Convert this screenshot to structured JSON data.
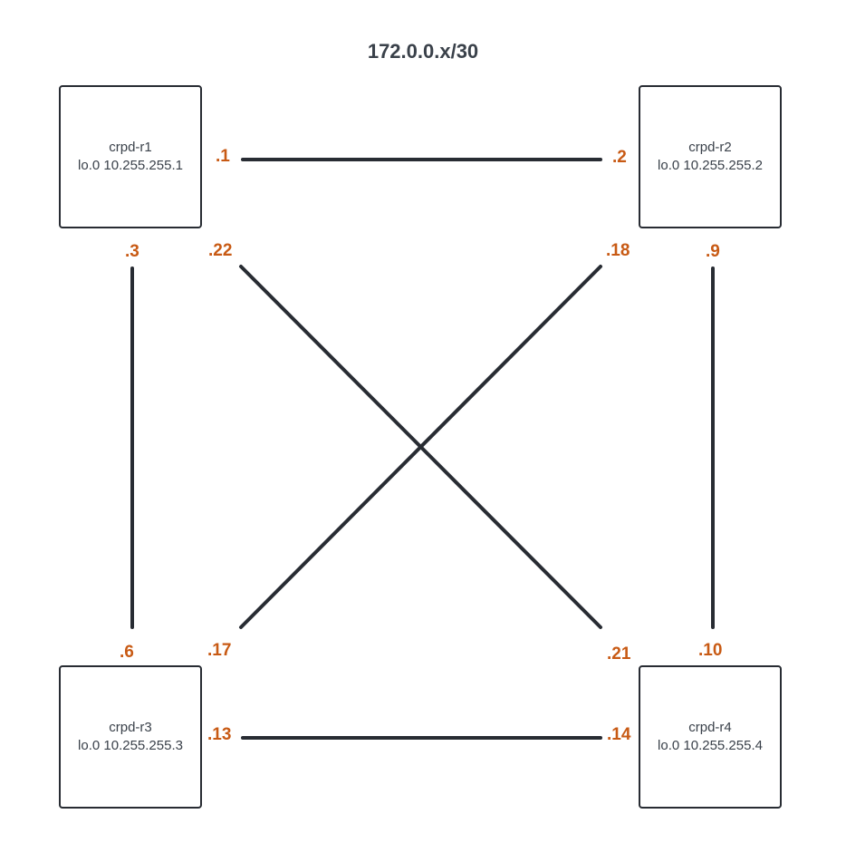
{
  "title": "172.0.0.x/30",
  "colors": {
    "line": "#282c33",
    "label": "#c85a14",
    "text": "#3a414a"
  },
  "nodes": [
    {
      "name": "crpd-r1",
      "loopback": "lo.0 10.255.255.1"
    },
    {
      "name": "crpd-r2",
      "loopback": "lo.0 10.255.255.2"
    },
    {
      "name": "crpd-r3",
      "loopback": "lo.0 10.255.255.3"
    },
    {
      "name": "crpd-r4",
      "loopback": "lo.0 10.255.255.4"
    }
  ],
  "links": {
    "r1_r2": {
      "a": ".1",
      "b": ".2"
    },
    "r1_r3": {
      "a": ".3",
      "b": ".6"
    },
    "r2_r4": {
      "a": ".9",
      "b": ".10"
    },
    "r3_r4": {
      "a": ".13",
      "b": ".14"
    },
    "r3_r2": {
      "a": ".17",
      "b": ".18"
    },
    "r4_r1": {
      "a": ".21",
      "b": ".22"
    }
  }
}
